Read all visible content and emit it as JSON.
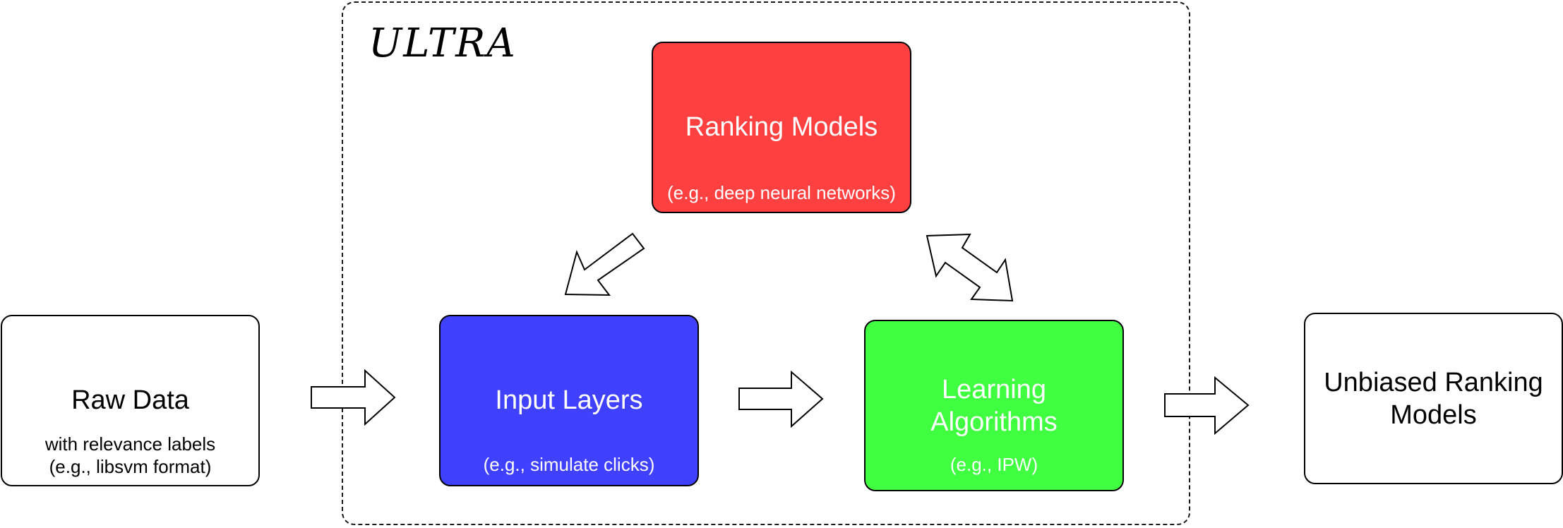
{
  "container": {
    "title": "ULTRA"
  },
  "boxes": {
    "raw_data": {
      "title": "Raw Data",
      "line1": "with relevance labels",
      "line2": "(e.g., libsvm format)",
      "fill": "#ffffff"
    },
    "ranking_models": {
      "title": "Ranking Models",
      "subtitle": "(e.g., deep neural networks)",
      "fill": "#ff4040"
    },
    "input_layers": {
      "title": "Input Layers",
      "subtitle": "(e.g., simulate clicks)",
      "fill": "#4040ff"
    },
    "learning_algorithms": {
      "title_line1": "Learning",
      "title_line2": "Algorithms",
      "subtitle": "(e.g., IPW)",
      "fill": "#40ff40"
    },
    "unbiased_models": {
      "title_line1": "Unbiased Ranking",
      "title_line2": "Models",
      "fill": "#ffffff"
    }
  },
  "arrows": [
    {
      "name": "raw-to-input-arrow",
      "from": "Raw Data",
      "to": "Input Layers",
      "style": "single"
    },
    {
      "name": "input-to-learning-arrow",
      "from": "Input Layers",
      "to": "Learning Algorithms",
      "style": "single"
    },
    {
      "name": "learning-to-output-arrow",
      "from": "Learning Algorithms",
      "to": "Unbiased Ranking Models",
      "style": "single"
    },
    {
      "name": "ranking-to-input-arrow",
      "from": "Ranking Models",
      "to": "Input Layers",
      "style": "single"
    },
    {
      "name": "ranking-learning-double-arrow",
      "from": "Ranking Models",
      "to": "Learning Algorithms",
      "style": "double"
    }
  ]
}
